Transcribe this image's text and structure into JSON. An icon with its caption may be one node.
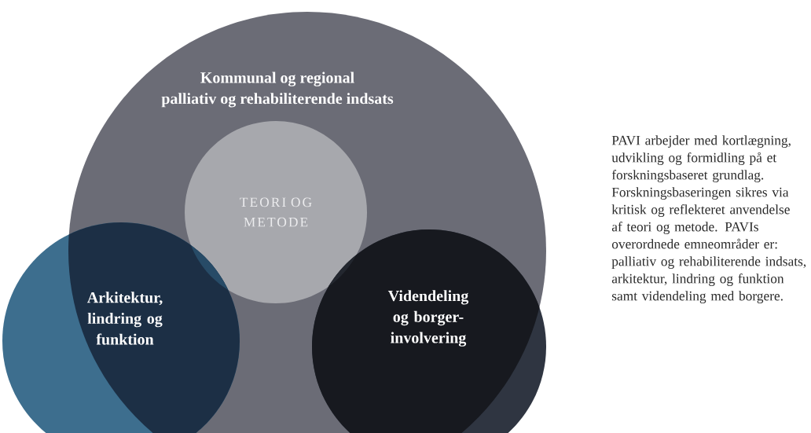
{
  "diagram": {
    "nodes": [
      {
        "text": [
          "Kommunal og regional palliativ og rehabiliterende indsats"
        ]
      },
      {
        "text": [
          "TEORI OG METODE"
        ],
        "in": 0
      },
      {
        "text": [
          "Arkitektur, lindring og funktion"
        ]
      },
      {
        "text": [
          "Videndeling og borger-involvering"
        ]
      }
    ],
    "edges": [],
    "labels": [
      "PAVI arbejder med kortlægning, udvikling og formidling på et forskningsbaseret grundlag. Forskningsbaseringen sikres via kritisk og reflekteret anvendelse af teori og metode. PAVIs overordnede emneområder er: palliativ og rehabiliterende indsats, arkitektur, lindring og funktion samt videndeling med borgere."
    ]
  }
}
